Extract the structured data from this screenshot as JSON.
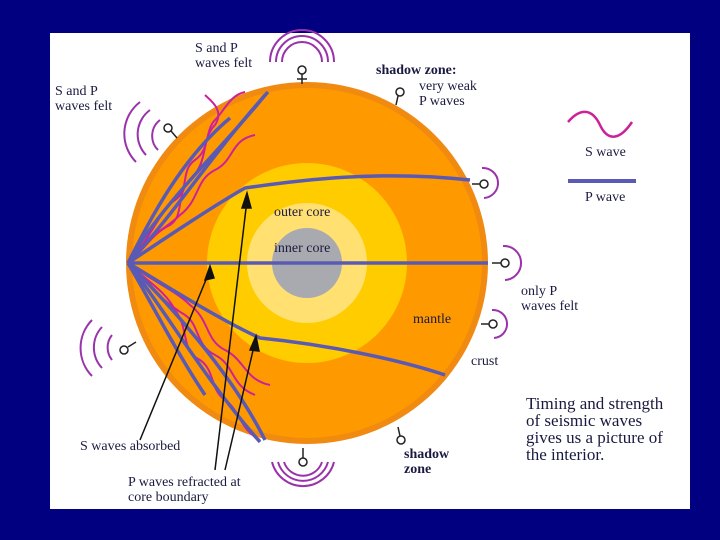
{
  "labels": {
    "sp_top": "S and P\nwaves felt",
    "sp_left": "S and P\nwaves felt",
    "shadow_zone_top": "shadow zone:",
    "very_weak": "very weak\nP waves",
    "s_wave": "S wave",
    "p_wave": "P wave",
    "outer_core": "outer core",
    "inner_core": "inner core",
    "only_p": "only P\nwaves felt",
    "mantle": "mantle",
    "crust": "crust",
    "s_absorbed": "S waves absorbed",
    "p_refracted": "P waves refracted at\ncore boundary",
    "shadow_zone_bottom": "shadow\nzone",
    "caption": "Timing and strength\nof seismic waves\ngives us a picture of\nthe interior."
  },
  "colors": {
    "background": "#000080",
    "mantle": "#ff9900",
    "crust": "#f28c10",
    "outer_core": "#ffcc00",
    "inner_core_ring": "#ffe070",
    "inner_core": "#a9a9b0",
    "p_wave": "#5a5ab4",
    "s_wave": "#cc2299"
  }
}
